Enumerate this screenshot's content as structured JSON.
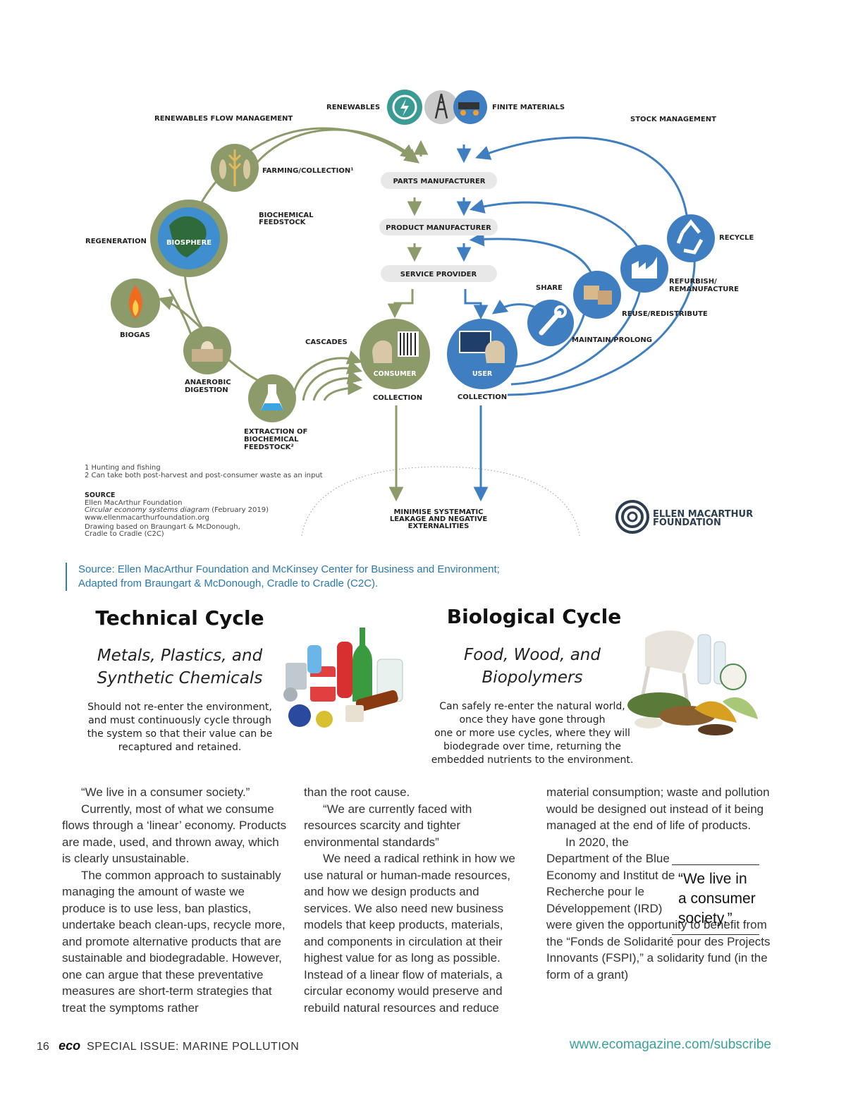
{
  "diagram": {
    "sections": {
      "renewables_flow": "RENEWABLES FLOW MANAGEMENT",
      "renewables": "RENEWABLES",
      "finite": "FINITE MATERIALS",
      "stock": "STOCK MANAGEMENT"
    },
    "bio": {
      "farming": "FARMING/COLLECTION¹",
      "biochemical_1": "BIOCHEMICAL",
      "biochemical_2": "FEEDSTOCK",
      "regeneration": "REGENERATION",
      "biosphere": "BIOSPHERE",
      "biogas": "BIOGAS",
      "anaerobic_1": "ANAEROBIC",
      "anaerobic_2": "DIGESTION",
      "cascades": "CASCADES",
      "extraction_1": "EXTRACTION OF",
      "extraction_2": "BIOCHEMICAL",
      "extraction_3": "FEEDSTOCK²"
    },
    "center": {
      "parts": "PARTS MANUFACTURER",
      "product": "PRODUCT MANUFACTURER",
      "service": "SERVICE PROVIDER",
      "consumer": "CONSUMER",
      "user": "USER",
      "collection_left": "COLLECTION",
      "collection_right": "COLLECTION",
      "minimise_1": "MINIMISE SYSTEMATIC",
      "minimise_2": "LEAKAGE AND NEGATIVE",
      "minimise_3": "EXTERNALITIES"
    },
    "tech": {
      "recycle": "RECYCLE",
      "refurbish_1": "REFURBISH/",
      "refurbish_2": "REMANUFACTURE",
      "share": "SHARE",
      "reuse": "REUSE/REDISTRIBUTE",
      "maintain": "MAINTAIN/PROLONG"
    },
    "notes": {
      "n1": "1 Hunting and fishing",
      "n2": "2 Can take both post-harvest and post-consumer waste as an input",
      "source_label": "SOURCE",
      "s1": "Ellen MacArthur Foundation",
      "s2": "Circular economy systems diagram",
      "s2b": " (February 2019)",
      "s3": "www.ellenmacarthurfoundation.org",
      "s4": "Drawing based on Braungart & McDonough,",
      "s5": "Cradle to Cradle (C2C)"
    },
    "logo_1": "ELLEN MACARTHUR",
    "logo_2": "FOUNDATION"
  },
  "caption": {
    "line1": "Source: Ellen MacArthur Foundation and McKinsey Center for Business and Environment;",
    "line2": "Adapted from Braungart & McDonough, Cradle to Cradle (C2C)."
  },
  "technical": {
    "title": "Technical Cycle",
    "sub1": "Metals, Plastics, and",
    "sub2": "Synthetic Chemicals",
    "d1": "Should not re-enter the environment,",
    "d2": "and must continuously cycle through",
    "d3": "the system so that their value can be",
    "d4": "recaptured and retained."
  },
  "biological": {
    "title": "Biological Cycle",
    "sub1": "Food, Wood, and",
    "sub2": "Biopolymers",
    "d1": "Can safely re-enter the natural world,",
    "d2": "once they have gone through",
    "d3": "one or more use cycles, where they will",
    "d4": "biodegrade over time, returning the",
    "d5": "embedded nutrients to the environment."
  },
  "article": {
    "col1": [
      "“We live in a consumer society.”",
      "Currently, most of what we consume flows through a ‘linear’ economy. Products are made, used, and thrown away, which is clearly unsustainable.",
      "The common approach to sustainably managing the amount of waste we produce is to use less, ban plastics, undertake beach clean-ups, recycle more, and promote alternative products that are sustainable and biodegradable. However, one can argue that these preventative measures are short-term strategies that treat the symptoms rather"
    ],
    "col2": [
      "than the root cause.",
      "“We are currently faced with resources scarcity and tighter environmental standards”",
      "We need a radical rethink in how we use natural or human-made resources, and how we design products and services. We also need new business models that keep products, materials, and components in circulation at their highest value for as long as possible. Instead of a linear flow of materials, a circular economy would preserve and rebuild natural resources and reduce"
    ],
    "col3": [
      "material consumption; waste and pollution would be designed out instead of it being managed at the end of life of products.",
      "In 2020, the Department of the Blue Economy and Institut de Recherche pour le Développement (IRD) were given the opportunity to benefit from the “Fonds de Solidarité pour des Projects Innovants (FSPI),” a solidarity fund (in the form of a grant)"
    ],
    "pullquote": "“We live in a consumer society.”"
  },
  "footer": {
    "page": "16",
    "brand": "eco",
    "issue": "SPECIAL ISSUE: MARINE POLLUTION",
    "url": "www.ecomagazine.com/subscribe"
  },
  "colors": {
    "olive": "#8d9a6a",
    "blue": "#3f7fc1",
    "teal_caption": "#2a78b0",
    "url": "#3aa09a"
  }
}
